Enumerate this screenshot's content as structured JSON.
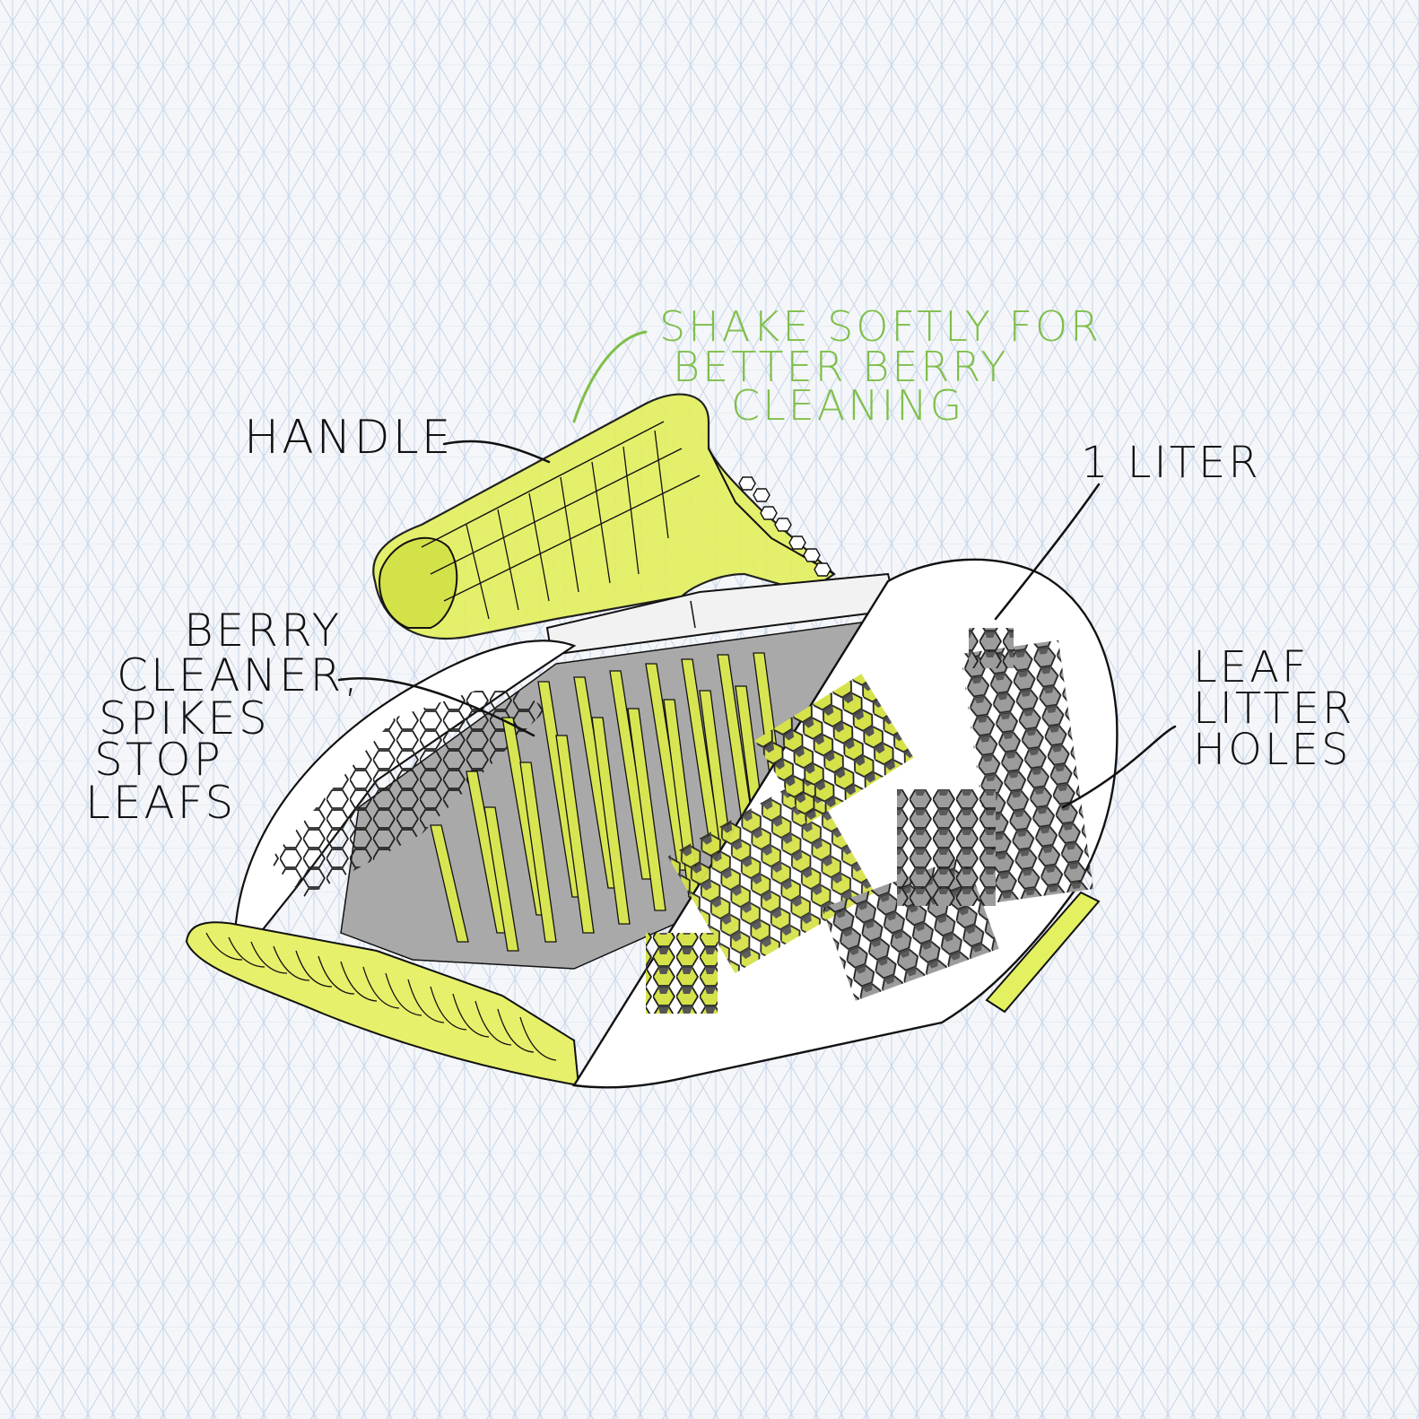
{
  "labels": {
    "handle": "HANDLE",
    "shake_1": "SHAKE SOFTLY FOR",
    "shake_2": "BETTER BERRY",
    "shake_3": "CLEANING",
    "liter": "1 LITER",
    "berry_1": "BERRY",
    "berry_2": "CLEANER,",
    "berry_3": "SPIKES",
    "berry_4": "STOP",
    "berry_5": "LEAFS",
    "leaf_1": "LEAF",
    "leaf_2": "LITTER",
    "leaf_3": "HOLES"
  },
  "colors": {
    "paper": "#f4f6f9",
    "grid": "#c5d2e6",
    "ink": "#111111",
    "green_note": "#7fbf4a",
    "part_yellow": "#e3f060",
    "part_yellow_dark": "#b9c83a",
    "body_white": "#ffffff",
    "inner_gray": "#a9a9a9"
  }
}
